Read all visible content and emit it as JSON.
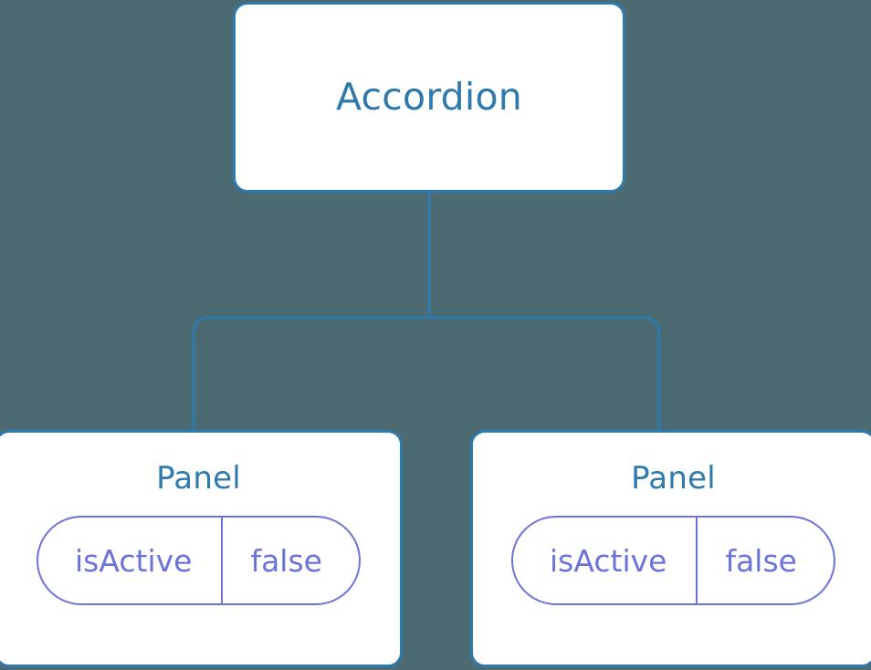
{
  "canvas": {
    "background_color": "#4c6a72",
    "node_fill": "#ffffff",
    "node_stroke": "#2e7aad",
    "edge_color": "#2e7aad",
    "prop_color": "#6b73d8"
  },
  "tree": {
    "root": {
      "label": "Accordion"
    },
    "children": [
      {
        "label": "Panel",
        "prop": {
          "key": "isActive",
          "value": "false"
        }
      },
      {
        "label": "Panel",
        "prop": {
          "key": "isActive",
          "value": "false"
        }
      }
    ]
  }
}
